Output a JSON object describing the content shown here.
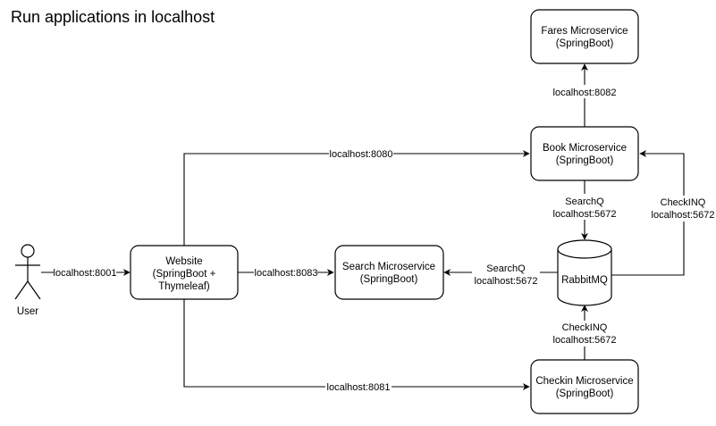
{
  "title": "Run applications in localhost",
  "actor": {
    "label": "User"
  },
  "nodes": {
    "website": {
      "lines": [
        "Website",
        "(SpringBoot +",
        "Thymeleaf)"
      ]
    },
    "search": {
      "lines": [
        "Search Microservice",
        "(SpringBoot)"
      ]
    },
    "fares": {
      "lines": [
        "Fares Microservice",
        "(SpringBoot)"
      ]
    },
    "book": {
      "lines": [
        "Book Microservice",
        "(SpringBoot)"
      ]
    },
    "rabbitmq": {
      "lines": [
        "RabbitMQ"
      ]
    },
    "checkin": {
      "lines": [
        "Checkin Microservice",
        "(SpringBoot)"
      ]
    }
  },
  "edges": {
    "user_website": {
      "lines": [
        "localhost:8001"
      ]
    },
    "website_search": {
      "lines": [
        "localhost:8083"
      ]
    },
    "website_book": {
      "lines": [
        "localhost:8080"
      ]
    },
    "website_checkin": {
      "lines": [
        "localhost:8081"
      ]
    },
    "book_fares": {
      "lines": [
        "localhost:8082"
      ]
    },
    "book_rabbit": {
      "lines": [
        "SearchQ",
        "localhost:5672"
      ]
    },
    "rabbit_search": {
      "lines": [
        "SearchQ",
        "localhost:5672"
      ]
    },
    "checkin_rabbit": {
      "lines": [
        "CheckINQ",
        "localhost:5672"
      ]
    },
    "rabbit_book": {
      "lines": [
        "CheckINQ",
        "localhost:5672"
      ]
    }
  }
}
